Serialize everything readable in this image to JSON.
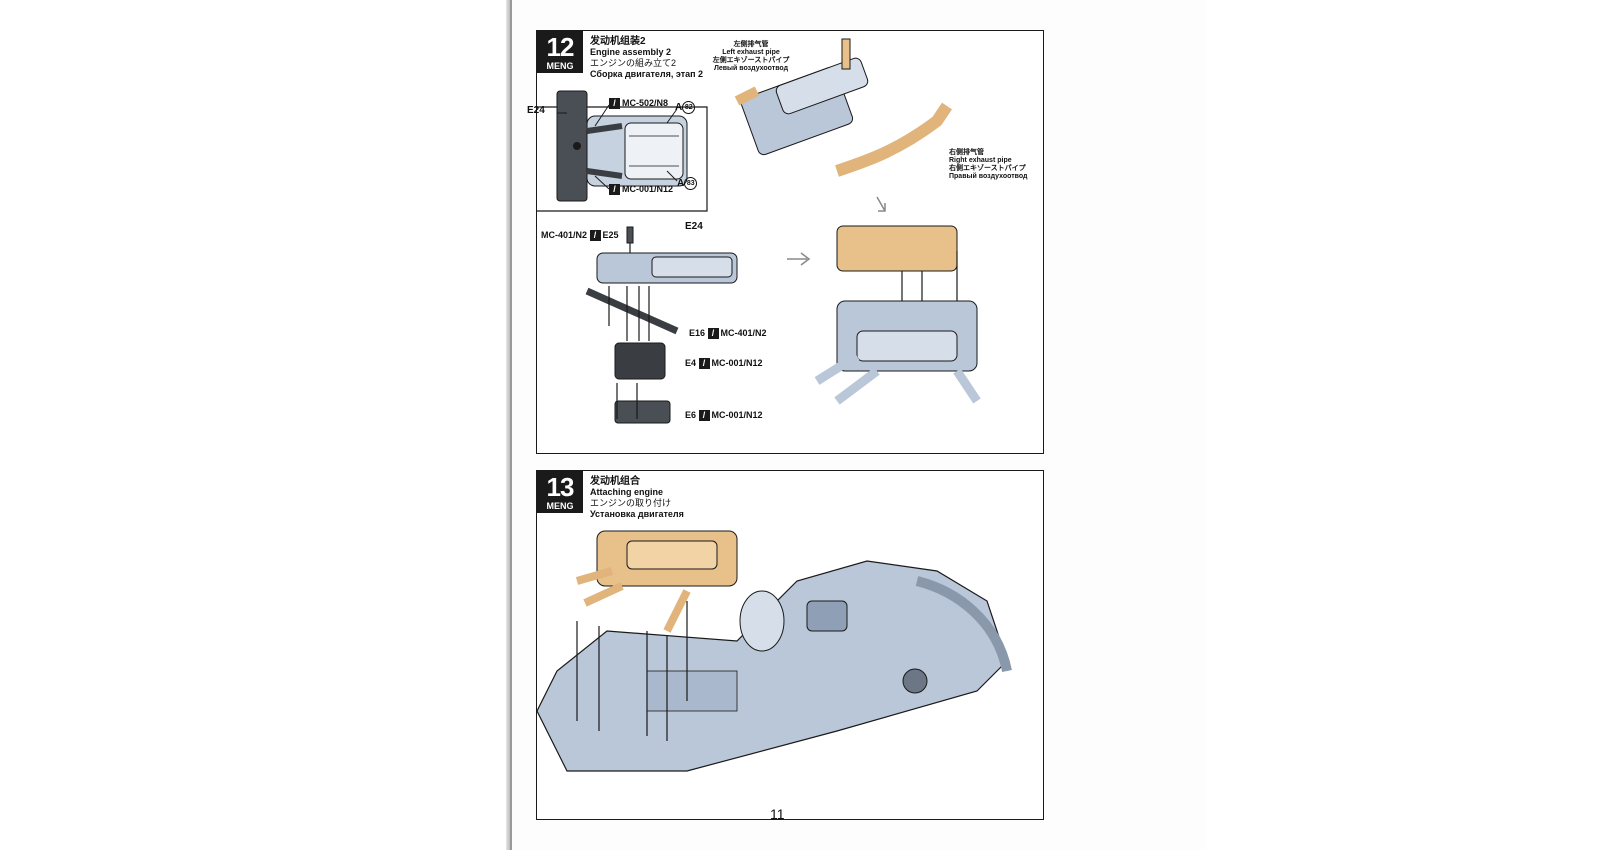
{
  "page_number": "11",
  "brand": "MENG",
  "steps": [
    {
      "number": "12",
      "title_cn": "发动机组装2",
      "title_en": "Engine assembly 2",
      "title_jp": "エンジンの組み立て2",
      "title_ru": "Сборка двигателя, этап 2",
      "detail_labels": {
        "part": "E24",
        "paint_top": "MC-502/N8",
        "paint_bottom": "MC-001/N12",
        "decal_top_letter": "A",
        "decal_top_num": "82",
        "decal_bottom_letter": "A",
        "decal_bottom_num": "83"
      },
      "exhaust_left": {
        "cn": "左侧排气管",
        "en": "Left exhaust pipe",
        "jp": "左側エキゾーストパイプ",
        "ru": "Левый воздухоотвод"
      },
      "exhaust_right": {
        "cn": "右侧排气管",
        "en": "Right exhaust pipe",
        "jp": "右側エキゾーストパイプ",
        "ru": "Правый воздухоотвод"
      },
      "parts": {
        "e25": "E25",
        "e25_paint": "MC-401/N2",
        "e24": "E24",
        "e16": "E16",
        "e16_paint": "MC-401/N2",
        "e4": "E4",
        "e4_paint": "MC-001/N12",
        "e6": "E6",
        "e6_paint": "MC-001/N12"
      }
    },
    {
      "number": "13",
      "title_cn": "发动机组合",
      "title_en": "Attaching engine",
      "title_jp": "エンジンの取り付け",
      "title_ru": "Установка двигателя"
    }
  ],
  "colors": {
    "part_blue": "#b9c7d9",
    "part_gold": "#e8c08a",
    "part_dark": "#3a3d42",
    "ink": "#1a1a1a"
  }
}
